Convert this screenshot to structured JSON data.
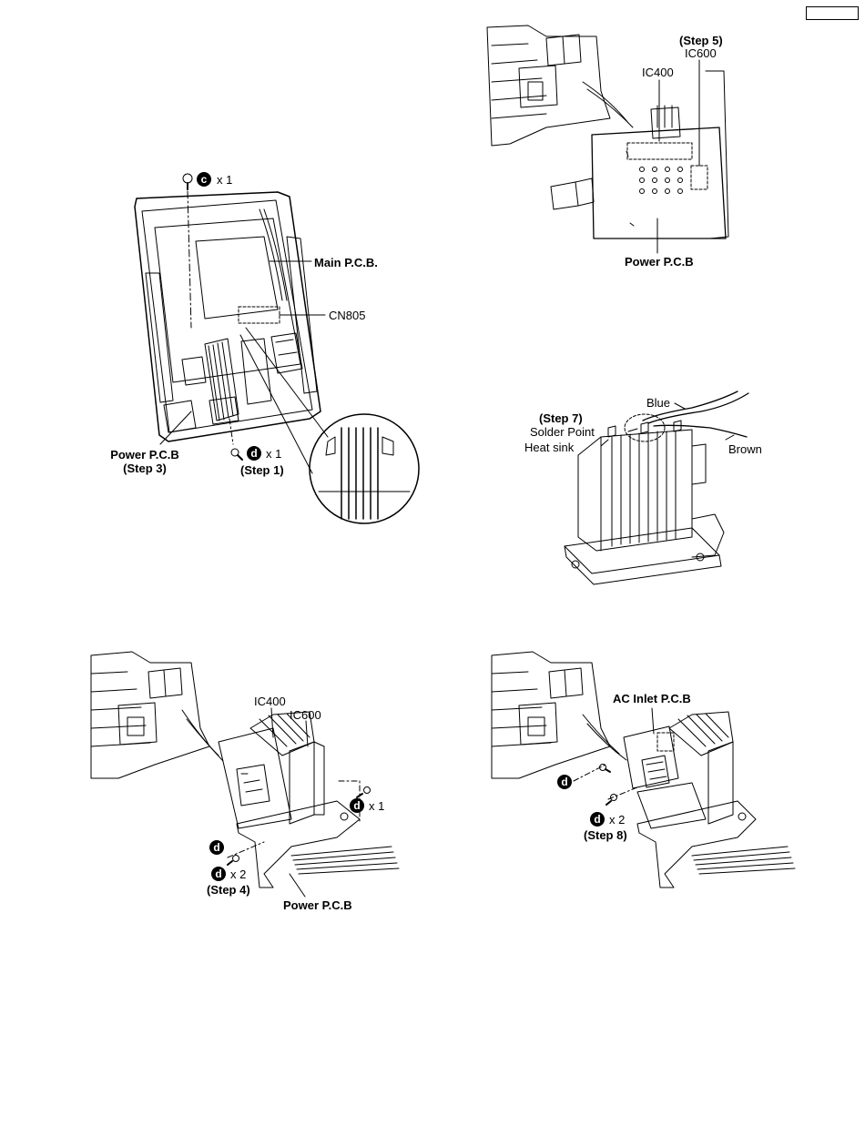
{
  "fig1": {
    "screw_c_letter": "c",
    "screw_c_qty": "x 1",
    "main_pcb": "Main P.C.B.",
    "cn805": "CN805",
    "power_pcb": "Power P.C.B",
    "power_pcb_step": "(Step 3)",
    "screw_d_letter": "d",
    "screw_d_qty": "x 1",
    "screw_d_step": "(Step 1)"
  },
  "fig2": {
    "step5": "(Step 5)",
    "ic600": "IC600",
    "ic400": "IC400",
    "power_pcb": "Power P.C.B"
  },
  "fig3": {
    "blue": "Blue",
    "step7": "(Step 7)",
    "solder_point": "Solder Point",
    "heat_sink": "Heat sink",
    "brown": "Brown"
  },
  "fig4": {
    "ic400": "IC400",
    "ic600": "IC600",
    "screw_d_right_letter": "d",
    "screw_d_right_qty": "x 1",
    "screw_d_left_letter": "d",
    "screw_d_left_qty": "x 2",
    "step4": "(Step 4)",
    "power_pcb": "Power P.C.B"
  },
  "fig5": {
    "ac_inlet_pcb": "AC Inlet P.C.B",
    "screw_d_top_letter": "d",
    "screw_d_letter": "d",
    "screw_d_qty": "x 2",
    "step8": "(Step 8)"
  }
}
